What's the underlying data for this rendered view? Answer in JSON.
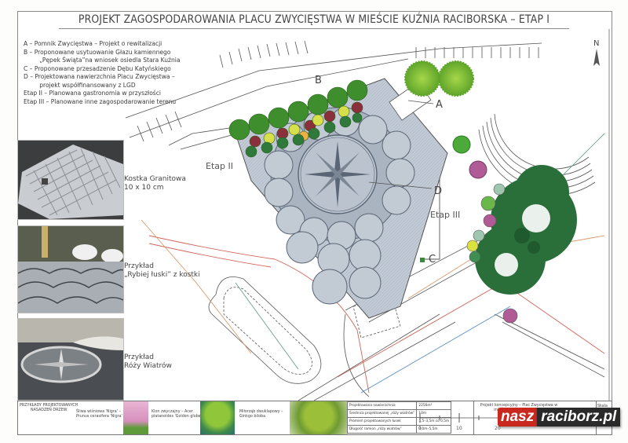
{
  "title": "PROJEKT ZAGOSPODAROWANIA PLACU ZWYCIĘSTWA W MIEŚCIE KUŹNIA RACIBORSKA – ETAP I",
  "legend": [
    {
      "text": "A – Pomnik Zwycięstwa – Projekt o rewitalizacji",
      "indent": false
    },
    {
      "text": "B – Proponowane usytuowanie Głazu kamiennego",
      "indent": false
    },
    {
      "text": "„Pępek Świąta”na wniosek osiedla Stara Kuźnia",
      "indent": true
    },
    {
      "text": "C – Proponowane przesadzenie Dębu Katyńskiego",
      "indent": false
    },
    {
      "text": "D – Projektowana nawierzchnia Placu Zwycięstwa –",
      "indent": false
    },
    {
      "text": "projekt współfinansowany z LGD",
      "indent": true
    },
    {
      "text": "Etap II – Planowana gastronomia w przyszłości",
      "indent": false
    },
    {
      "text": "Etap III – Planowane inne zagospodarowanie terenu",
      "indent": false
    }
  ],
  "photos": [
    {
      "caption_line1": "Kostka Granitowa",
      "caption_line2": "10 x 10 cm"
    },
    {
      "caption_line1": "Przykład",
      "caption_line2": "„Rybiej łuski” z kostki"
    },
    {
      "caption_line1": "Przykład",
      "caption_line2": "Róży Wiatrów"
    }
  ],
  "map_labels": {
    "etap2": "Etap II",
    "etap3": "Etap III",
    "A": "A",
    "B": "B",
    "C": "C",
    "D": "D",
    "north": "N"
  },
  "bottom": {
    "trees_heading_1": "PRZYKŁADY PROJEKTOWANYCH",
    "trees_heading_2": "NASADZEŃ DRZEW",
    "tree1_line1": "Śliwa wiśniowa 'Nigra' –",
    "tree1_line2": "Prunus cerasifera 'Nigra'",
    "tree2_line1": "Klon zwyczajny – Acer",
    "tree2_line2": "platanoides 'Golden globe'",
    "tree3_line1": "Miłorząb dwuklapowy –",
    "tree3_line2": "Ginkgo biloba",
    "stats": [
      {
        "label": "Projektowana nawierzchnia",
        "value": "2256m²"
      },
      {
        "label": "Średnica projektowanej „róży wiatrów”",
        "value": "10m"
      },
      {
        "label": "Promień projektowanych łusek",
        "value": "1,5–3,5m co 0,5m"
      },
      {
        "label": "Długość ramion „róży wiatrów”",
        "value": "3,0m–5,5m"
      }
    ],
    "scale_ticks": [
      "0",
      "10",
      "20"
    ],
    "project_desc_line1": "Projekt koncepcyjny – Plac Zwycięstwa w",
    "project_desc_line2": "mieście Kuźnia Raciborska",
    "scale_note": "Skala 1:500"
  },
  "watermark": {
    "part1": "nasz",
    "part2": "raciborz.pl"
  },
  "colors": {
    "paving": "#b9c3cf",
    "paving_dark": "#8f9cab",
    "tree_green": "#2f7a3a",
    "light_green": "#8cc63f",
    "plum": "#8b2f3a",
    "logo_red": "#c8281e"
  }
}
